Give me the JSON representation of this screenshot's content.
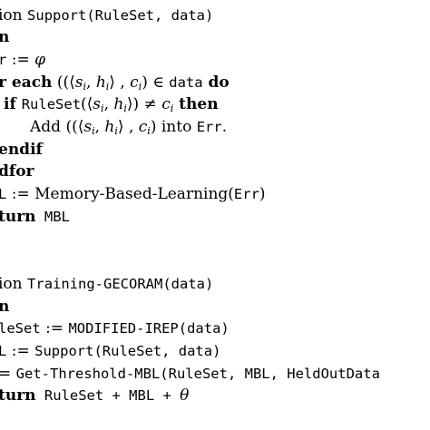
{
  "lines": [
    {
      "parts": [
        "ion ",
        "Support(RuleSet, data)"
      ]
    },
    {
      "parts": [
        "n"
      ]
    },
    {
      "parts": [
        "r",
        " := ",
        "φ"
      ]
    },
    {
      "parts": [
        "r each",
        " ((⟨",
        "s",
        "i",
        ", ",
        "h",
        "i",
        "⟩ , ",
        "c",
        "i",
        ") ∈ ",
        "data",
        " do"
      ]
    },
    {
      "parts": [
        "if ",
        "RuleSet",
        "(⟨",
        "s",
        "i",
        ", ",
        "h",
        "i",
        "⟩) ≠ ",
        "c",
        "i",
        " then"
      ]
    },
    {
      "parts": [
        "Add ((⟨",
        "s",
        "i",
        ", ",
        "h",
        "i",
        "⟩ , ",
        "c",
        "i",
        ") into ",
        "Err",
        "."
      ]
    },
    {
      "parts": [
        "endif"
      ]
    },
    {
      "parts": [
        "dfor"
      ]
    },
    {
      "parts": [
        "L",
        " := Memory-Based-Learning(",
        "Err",
        ")"
      ]
    },
    {
      "parts": [
        "turn",
        " MBL"
      ]
    },
    {
      "parts": [
        "ion ",
        "Training-GECORAM(data)"
      ]
    },
    {
      "parts": [
        "n"
      ]
    },
    {
      "parts": [
        "leSet",
        " := ",
        "MODIFIED-IREP(data)"
      ]
    },
    {
      "parts": [
        "L",
        " := ",
        "Support(RuleSet, data)"
      ]
    },
    {
      "parts": [
        "= ",
        "Get-Threshold-MBL(RuleSet, MBL, HeldOutData"
      ]
    },
    {
      "parts": [
        "turn",
        " RuleSet + MBL + ",
        "θ"
      ]
    }
  ]
}
